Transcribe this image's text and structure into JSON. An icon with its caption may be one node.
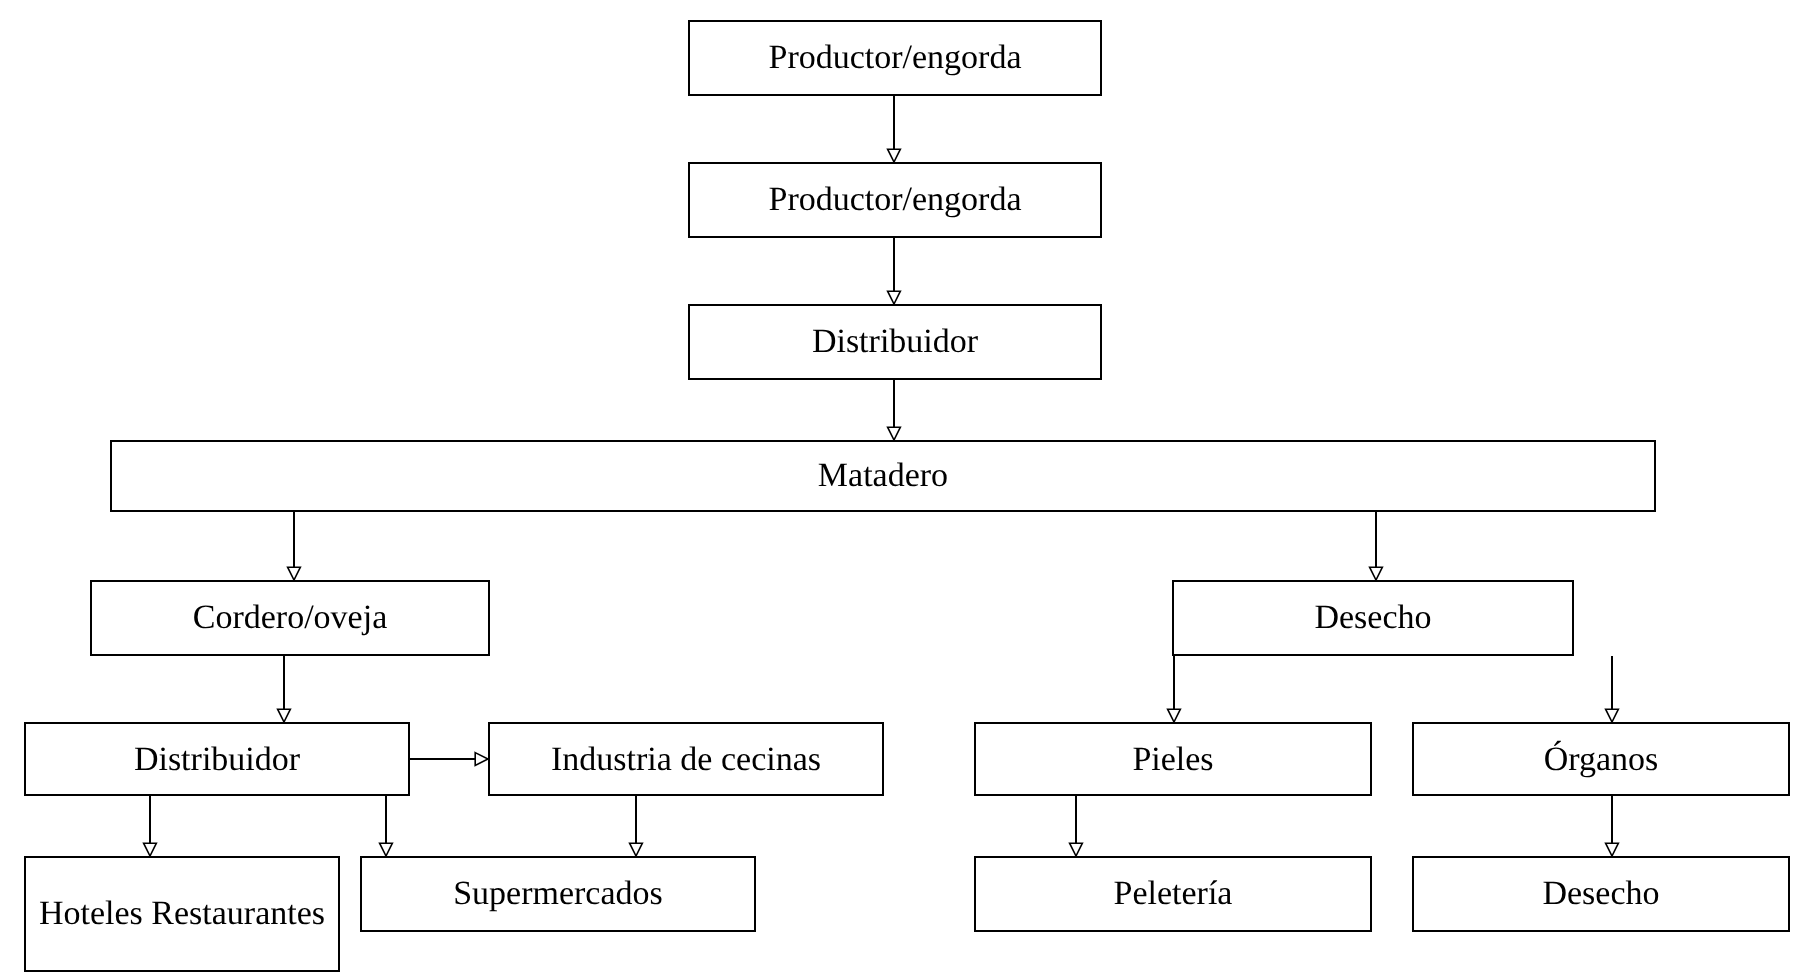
{
  "diagram": {
    "nodes": [
      {
        "text": [
          "Productor/engorda"
        ]
      },
      {
        "text": [
          "Productor/engorda"
        ]
      },
      {
        "text": [
          "Distribuidor"
        ]
      },
      {
        "text": [
          "Matadero"
        ]
      },
      {
        "text": [
          "Cordero/oveja"
        ]
      },
      {
        "text": [
          "Desecho"
        ]
      },
      {
        "text": [
          "Distribuidor"
        ]
      },
      {
        "text": [
          "Industria de cecinas"
        ]
      },
      {
        "text": [
          "Pieles"
        ]
      },
      {
        "text": [
          "Órganos"
        ]
      },
      {
        "text": [
          "Hoteles Restaurantes"
        ]
      },
      {
        "text": [
          "Supermercados"
        ]
      },
      {
        "text": [
          "Peletería"
        ]
      },
      {
        "text": [
          "Desecho"
        ]
      }
    ],
    "edges": [
      {
        "from": 0,
        "to": 1,
        "arrow": "to"
      },
      {
        "from": 1,
        "to": 2,
        "arrow": "to"
      },
      {
        "from": 2,
        "to": 3,
        "arrow": "to"
      },
      {
        "from": 3,
        "to": 4,
        "arrow": "to"
      },
      {
        "from": 3,
        "to": 5,
        "arrow": "to"
      },
      {
        "from": 4,
        "to": 6,
        "arrow": "to"
      },
      {
        "from": 6,
        "to": 7,
        "arrow": "to"
      },
      {
        "from": 5,
        "to": 8,
        "arrow": "to"
      },
      {
        "from": 5,
        "to": 9,
        "arrow": "to"
      },
      {
        "from": 6,
        "to": 10,
        "arrow": "to"
      },
      {
        "from": 6,
        "to": 11,
        "arrow": "to"
      },
      {
        "from": 7,
        "to": 11,
        "arrow": "to"
      },
      {
        "from": 8,
        "to": 12,
        "arrow": "to"
      },
      {
        "from": 9,
        "to": 13,
        "arrow": "to"
      }
    ]
  }
}
